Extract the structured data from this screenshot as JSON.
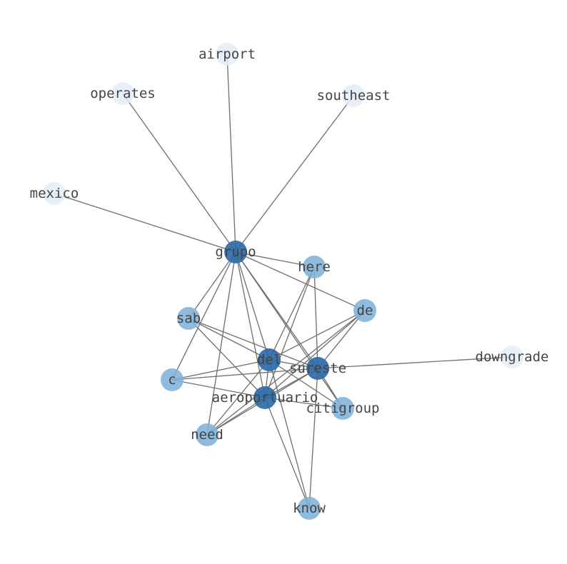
{
  "graph": {
    "nodes": [
      {
        "id": "grupo",
        "label": "grupo",
        "shade": "dark",
        "color": "#2e6ba8"
      },
      {
        "id": "del",
        "label": "del",
        "shade": "dark",
        "color": "#2e6ba8"
      },
      {
        "id": "sureste",
        "label": "sureste",
        "shade": "dark",
        "color": "#2e6ba8"
      },
      {
        "id": "aeroportuario",
        "label": "aeroportuario",
        "shade": "dark",
        "color": "#2e6ba8"
      },
      {
        "id": "here",
        "label": "here",
        "shade": "medium",
        "color": "#7fb3d9"
      },
      {
        "id": "de",
        "label": "de",
        "shade": "medium",
        "color": "#7fb3d9"
      },
      {
        "id": "sab",
        "label": "sab",
        "shade": "medium",
        "color": "#7fb3d9"
      },
      {
        "id": "c",
        "label": "c",
        "shade": "medium",
        "color": "#7fb3d9"
      },
      {
        "id": "citigroup",
        "label": "citigroup",
        "shade": "medium",
        "color": "#7fb3d9"
      },
      {
        "id": "need",
        "label": "need",
        "shade": "medium",
        "color": "#7fb3d9"
      },
      {
        "id": "know",
        "label": "know",
        "shade": "medium",
        "color": "#7fb3d9"
      },
      {
        "id": "airport",
        "label": "airport",
        "shade": "light",
        "color": "#e3edf8"
      },
      {
        "id": "operates",
        "label": "operates",
        "shade": "light",
        "color": "#e3edf8"
      },
      {
        "id": "southeast",
        "label": "southeast",
        "shade": "light",
        "color": "#e3edf8"
      },
      {
        "id": "mexico",
        "label": "mexico",
        "shade": "light",
        "color": "#e3edf8"
      },
      {
        "id": "downgrade",
        "label": "downgrade",
        "shade": "light",
        "color": "#e3edf8"
      }
    ],
    "edges": [
      [
        "grupo",
        "airport"
      ],
      [
        "grupo",
        "operates"
      ],
      [
        "grupo",
        "southeast"
      ],
      [
        "grupo",
        "mexico"
      ],
      [
        "grupo",
        "here"
      ],
      [
        "grupo",
        "de"
      ],
      [
        "grupo",
        "sab"
      ],
      [
        "grupo",
        "c"
      ],
      [
        "grupo",
        "del"
      ],
      [
        "grupo",
        "sureste"
      ],
      [
        "grupo",
        "aeroportuario"
      ],
      [
        "grupo",
        "citigroup"
      ],
      [
        "grupo",
        "need"
      ],
      [
        "here",
        "del"
      ],
      [
        "here",
        "sureste"
      ],
      [
        "here",
        "aeroportuario"
      ],
      [
        "de",
        "del"
      ],
      [
        "de",
        "sureste"
      ],
      [
        "de",
        "aeroportuario"
      ],
      [
        "de",
        "need"
      ],
      [
        "sab",
        "del"
      ],
      [
        "sab",
        "sureste"
      ],
      [
        "sab",
        "aeroportuario"
      ],
      [
        "c",
        "del"
      ],
      [
        "c",
        "sureste"
      ],
      [
        "c",
        "aeroportuario"
      ],
      [
        "del",
        "sureste"
      ],
      [
        "del",
        "aeroportuario"
      ],
      [
        "del",
        "citigroup"
      ],
      [
        "del",
        "need"
      ],
      [
        "del",
        "know"
      ],
      [
        "sureste",
        "aeroportuario"
      ],
      [
        "sureste",
        "citigroup"
      ],
      [
        "sureste",
        "need"
      ],
      [
        "sureste",
        "know"
      ],
      [
        "sureste",
        "downgrade"
      ],
      [
        "aeroportuario",
        "citigroup"
      ],
      [
        "aeroportuario",
        "need"
      ],
      [
        "aeroportuario",
        "know"
      ]
    ]
  }
}
